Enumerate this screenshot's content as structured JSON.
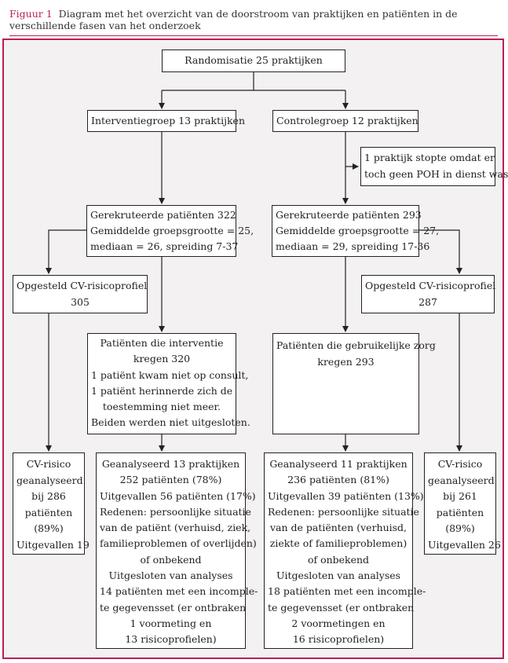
{
  "figure": {
    "label": "Figuur 1",
    "caption": "Diagram met het overzicht van de doorstroom van praktijken en patiënten in de verschillende fasen van het onderzoek",
    "accent_color": "#b81f57",
    "panel_color": "#f4f1f3"
  },
  "nodes": {
    "randomisatie": [
      "Randomisatie 25 praktijken"
    ],
    "interventiegroep": [
      "Interventiegroep 13 praktijken"
    ],
    "controlegroep": [
      "Controlegroep 12 praktijken"
    ],
    "dropout_praktijk": [
      "1 praktijk stopte omdat er",
      "toch geen POH in dienst was"
    ],
    "gerekruteerd_interventie": [
      "Gerekruteerde patiënten 322",
      "Gemiddelde groepsgrootte = 25,",
      "mediaan = 26, spreiding 7-37"
    ],
    "gerekruteerd_controle": [
      "Gerekruteerde patiënten 293",
      "Gemiddelde groepsgrootte = 27,",
      "mediaan = 29, spreiding 17-36"
    ],
    "profiel_interventie": [
      "Opgesteld CV-risicoprofiel",
      "305"
    ],
    "profiel_controle": [
      "Opgesteld CV-risicoprofiel",
      "287"
    ],
    "interventie_kregen": [
      "Patiënten die interventie",
      "kregen 320",
      "1 patiënt kwam niet op consult,",
      "1 patiënt herinnerde zich de",
      "toestemming niet meer.",
      "Beiden werden niet uitgesloten."
    ],
    "gebruikelijke_zorg": [
      "Patiënten die gebruikelijke zorg",
      "kregen 293"
    ],
    "cv_interventie": [
      "CV-risico",
      "geanalyseerd",
      "bij 286",
      "patiënten",
      "(89%)",
      "Uitgevallen 19"
    ],
    "analyse_interventie": [
      "Geanalyseerd 13 praktijken",
      "252 patiënten (78%)",
      "Uitgevallen 56 patiënten (17%)",
      "Redenen: persoonlijke situatie",
      "van de patiënt (verhuisd, ziek,",
      "familieproblemen of overlijden)",
      "of onbekend",
      "Uitgesloten van analyses",
      "14 patiënten met een incomple-",
      "te gegevensset (er ontbraken",
      "1 voormeting en",
      "13 risicoprofielen)"
    ],
    "analyse_controle": [
      "Geanalyseerd 11 praktijken",
      "236 patiënten (81%)",
      "Uitgevallen 39 patiënten (13%)",
      "Redenen: persoonlijke situatie",
      "van de patiënten (verhuisd,",
      "ziekte of familieproblemen)",
      "of onbekend",
      "Uitgesloten van analyses",
      "18 patiënten met een incomple-",
      "te gegevensset (er ontbraken",
      "2 voormetingen en",
      "16 risicoprofielen)"
    ],
    "cv_controle": [
      "CV-risico",
      "geanalyseerd",
      "bij 261",
      "patiënten",
      "(89%)",
      "Uitgevallen 26"
    ]
  }
}
